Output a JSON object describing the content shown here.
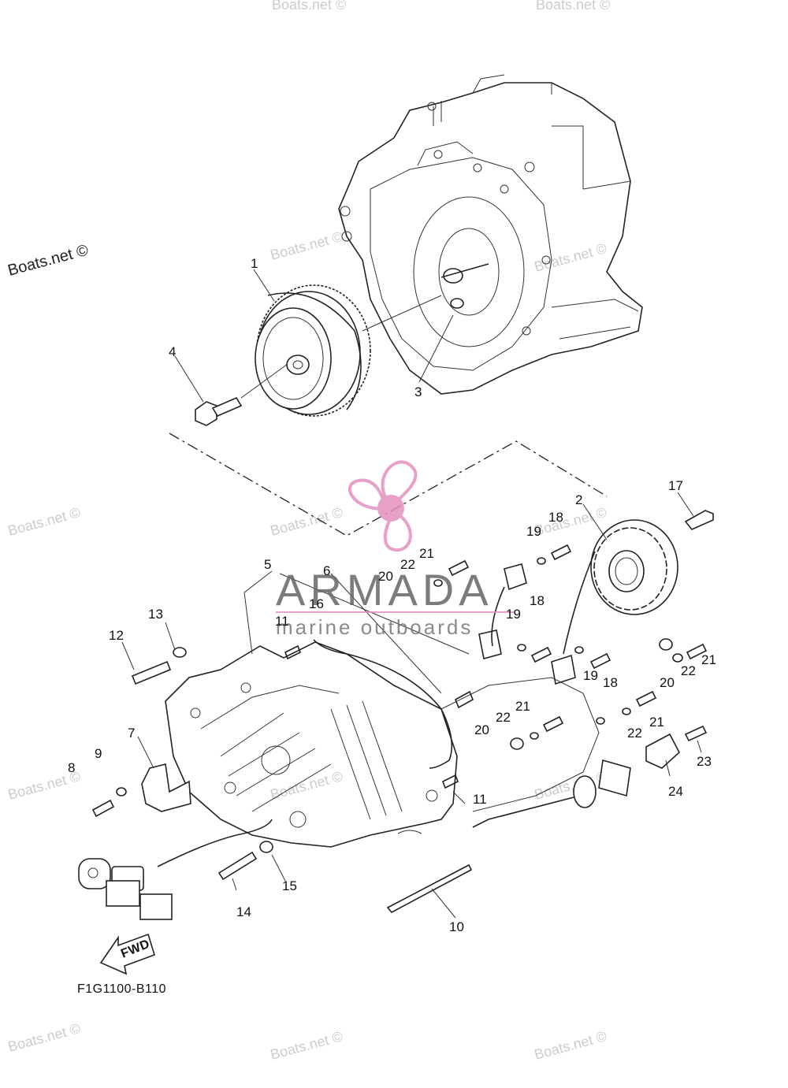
{
  "watermarks": {
    "main": "Boats.net ©",
    "faint": "Boats.net ©"
  },
  "brand": {
    "name": "ARMADA",
    "tagline": "marine outboards",
    "color_pink": "#e58fbf",
    "color_text": "#666666"
  },
  "diagram_code": "F1G1100-B110",
  "fwd_label": "FWD",
  "callouts": [
    "1",
    "2",
    "3",
    "4",
    "5",
    "6",
    "7",
    "8",
    "9",
    "10",
    "11",
    "11",
    "12",
    "13",
    "14",
    "15",
    "16",
    "17",
    "18",
    "18",
    "18",
    "19",
    "19",
    "19",
    "20",
    "20",
    "20",
    "21",
    "21",
    "21",
    "21",
    "22",
    "22",
    "22",
    "22",
    "23",
    "24"
  ],
  "parts": {
    "flywheel": "flywheel-icon",
    "stator": "stator-coil-icon",
    "engine_block": "engine-block-icon",
    "cover": "flywheel-cover-icon",
    "harness": "wire-harness-icon",
    "cable_tie": "cable-tie-icon"
  }
}
